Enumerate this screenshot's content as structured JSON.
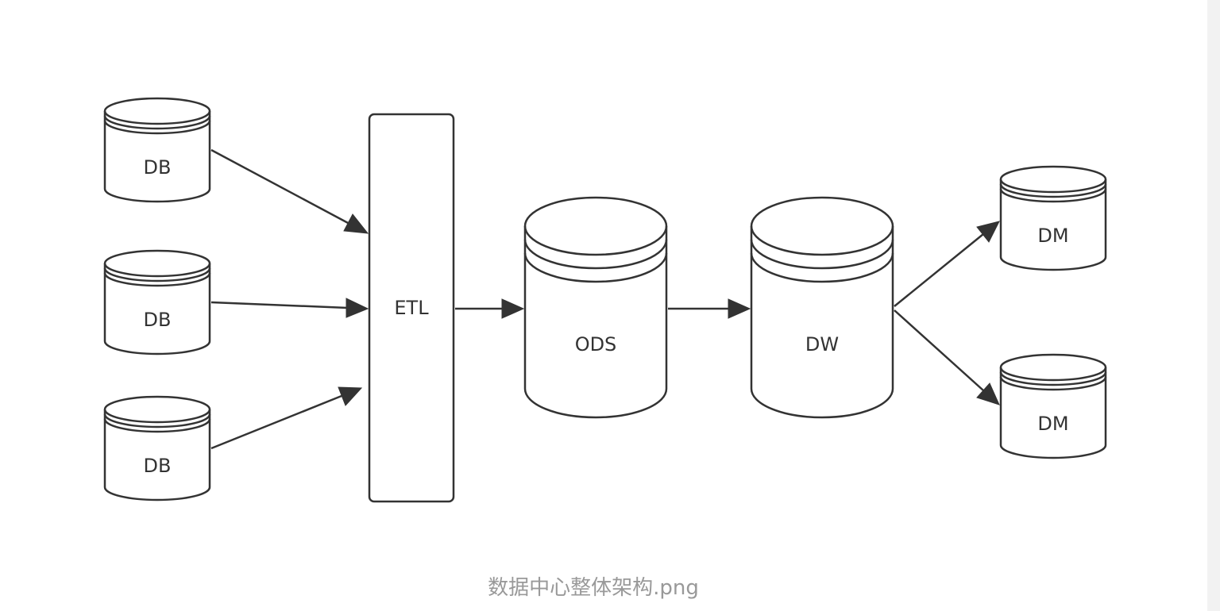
{
  "nodes": {
    "db1": "DB",
    "db2": "DB",
    "db3": "DB",
    "etl": "ETL",
    "ods": "ODS",
    "dw": "DW",
    "dm1": "DM",
    "dm2": "DM"
  },
  "caption": "数据中心整体架构.png"
}
